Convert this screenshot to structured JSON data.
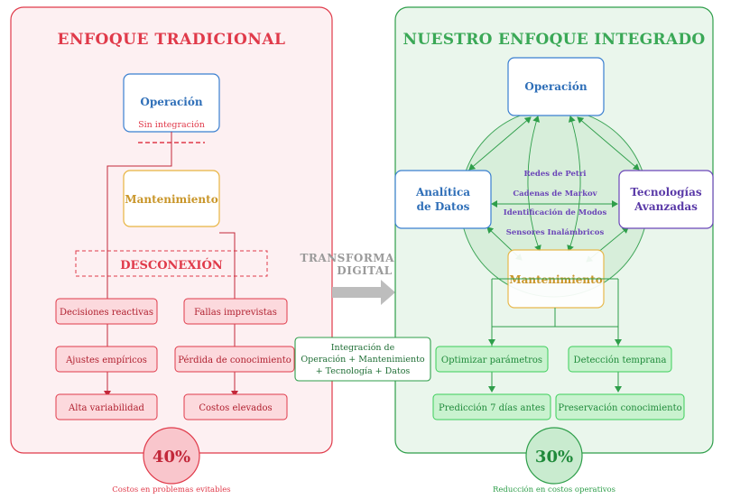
{
  "left": {
    "title": "ENFOQUE TRADICIONAL",
    "operacion": "Operación",
    "sin_integracion": "Sin integración",
    "mantenimiento": "Mantenimiento",
    "desconexion": "DESCONEXIÓN",
    "issues": [
      "Decisiones reactivas",
      "Fallas imprevistas",
      "Ajustes empíricos",
      "Pérdida de conocimiento",
      "Alta variabilidad",
      "Costos elevados"
    ],
    "percent": "40%",
    "percent_caption": "Costos en problemas evitables"
  },
  "center": {
    "transform_line1": "TRANSFORMACIÓN",
    "transform_line2": "DIGITAL",
    "integration_line1": "Integración de",
    "integration_line2": "Operación + Mantenimiento",
    "integration_line3": "+ Tecnología + Datos"
  },
  "right": {
    "title": "NUESTRO ENFOQUE INTEGRADO",
    "operacion": "Operación",
    "analitica_line1": "Analítica",
    "analitica_line2": "de Datos",
    "tecnologias_line1": "Tecnologías",
    "tecnologias_line2": "Avanzadas",
    "mantenimiento": "Mantenimiento",
    "techniques": [
      "Redes de Petri",
      "Cadenas de Markov",
      "Identificación de Modos",
      "Sensores Inalámbricos"
    ],
    "benefits": [
      "Optimizar parámetros",
      "Detección temprana",
      "Predicción 7 días antes",
      "Preservación conocimiento"
    ],
    "percent": "30%",
    "percent_caption": "Reducción en costos operativos"
  },
  "colors": {
    "red": "#e03a4a",
    "red_fill": "#fdf0f2",
    "green": "#2e9e4a",
    "green_fill": "#eaf6ec",
    "blue": "#3a7fd0",
    "gold": "#e8b440",
    "purple": "#6b46b8"
  }
}
